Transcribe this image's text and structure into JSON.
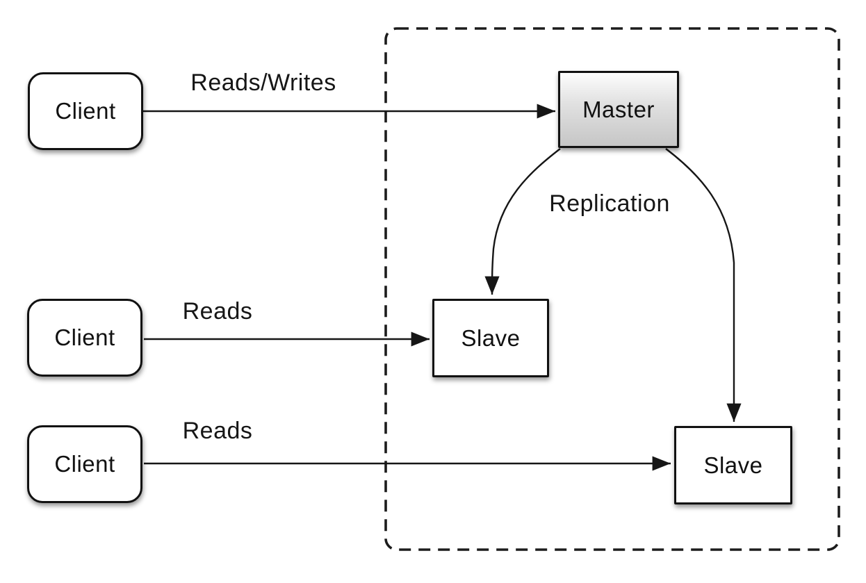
{
  "diagram": {
    "nodes": {
      "client_top": {
        "label": "Client"
      },
      "client_middle": {
        "label": "Client"
      },
      "client_bottom": {
        "label": "Client"
      },
      "master": {
        "label": "Master"
      },
      "slave_middle": {
        "label": "Slave"
      },
      "slave_bottom": {
        "label": "Slave"
      }
    },
    "edges": {
      "reads_writes": {
        "label": "Reads/Writes",
        "from": "client_top",
        "to": "master"
      },
      "reads_middle": {
        "label": "Reads",
        "from": "client_middle",
        "to": "slave_middle"
      },
      "reads_bottom": {
        "label": "Reads",
        "from": "client_bottom",
        "to": "slave_bottom"
      },
      "replication": {
        "label": "Replication",
        "from": "master",
        "to": "slave_middle, slave_bottom"
      }
    },
    "colors": {
      "stroke": "#161616",
      "node_border": "#111111",
      "node_fill": "#ffffff",
      "master_gradient_top": "#fdfdfd",
      "master_gradient_bottom": "#c6c6c6",
      "background": "#ffffff"
    }
  }
}
